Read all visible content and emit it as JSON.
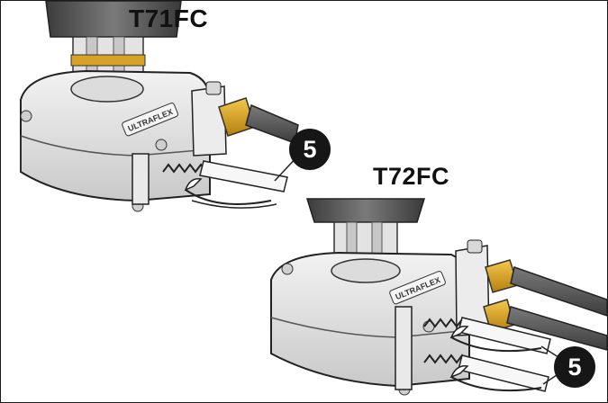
{
  "models": [
    {
      "name": "T71FC",
      "brand": "ULTRAFLEX",
      "step": "5"
    },
    {
      "name": "T72FC",
      "brand": "ULTRAFLEX",
      "step": "5"
    }
  ],
  "colors": {
    "housing": "#e6e6e6",
    "housing_shadow": "#bdbdbd",
    "column": "#5c5c5c",
    "nut": "#d9a520",
    "cable": "#5a5a5a",
    "sleeve": "#f4f4f4",
    "badge": "#161616",
    "frame": "#1a1a1a"
  }
}
